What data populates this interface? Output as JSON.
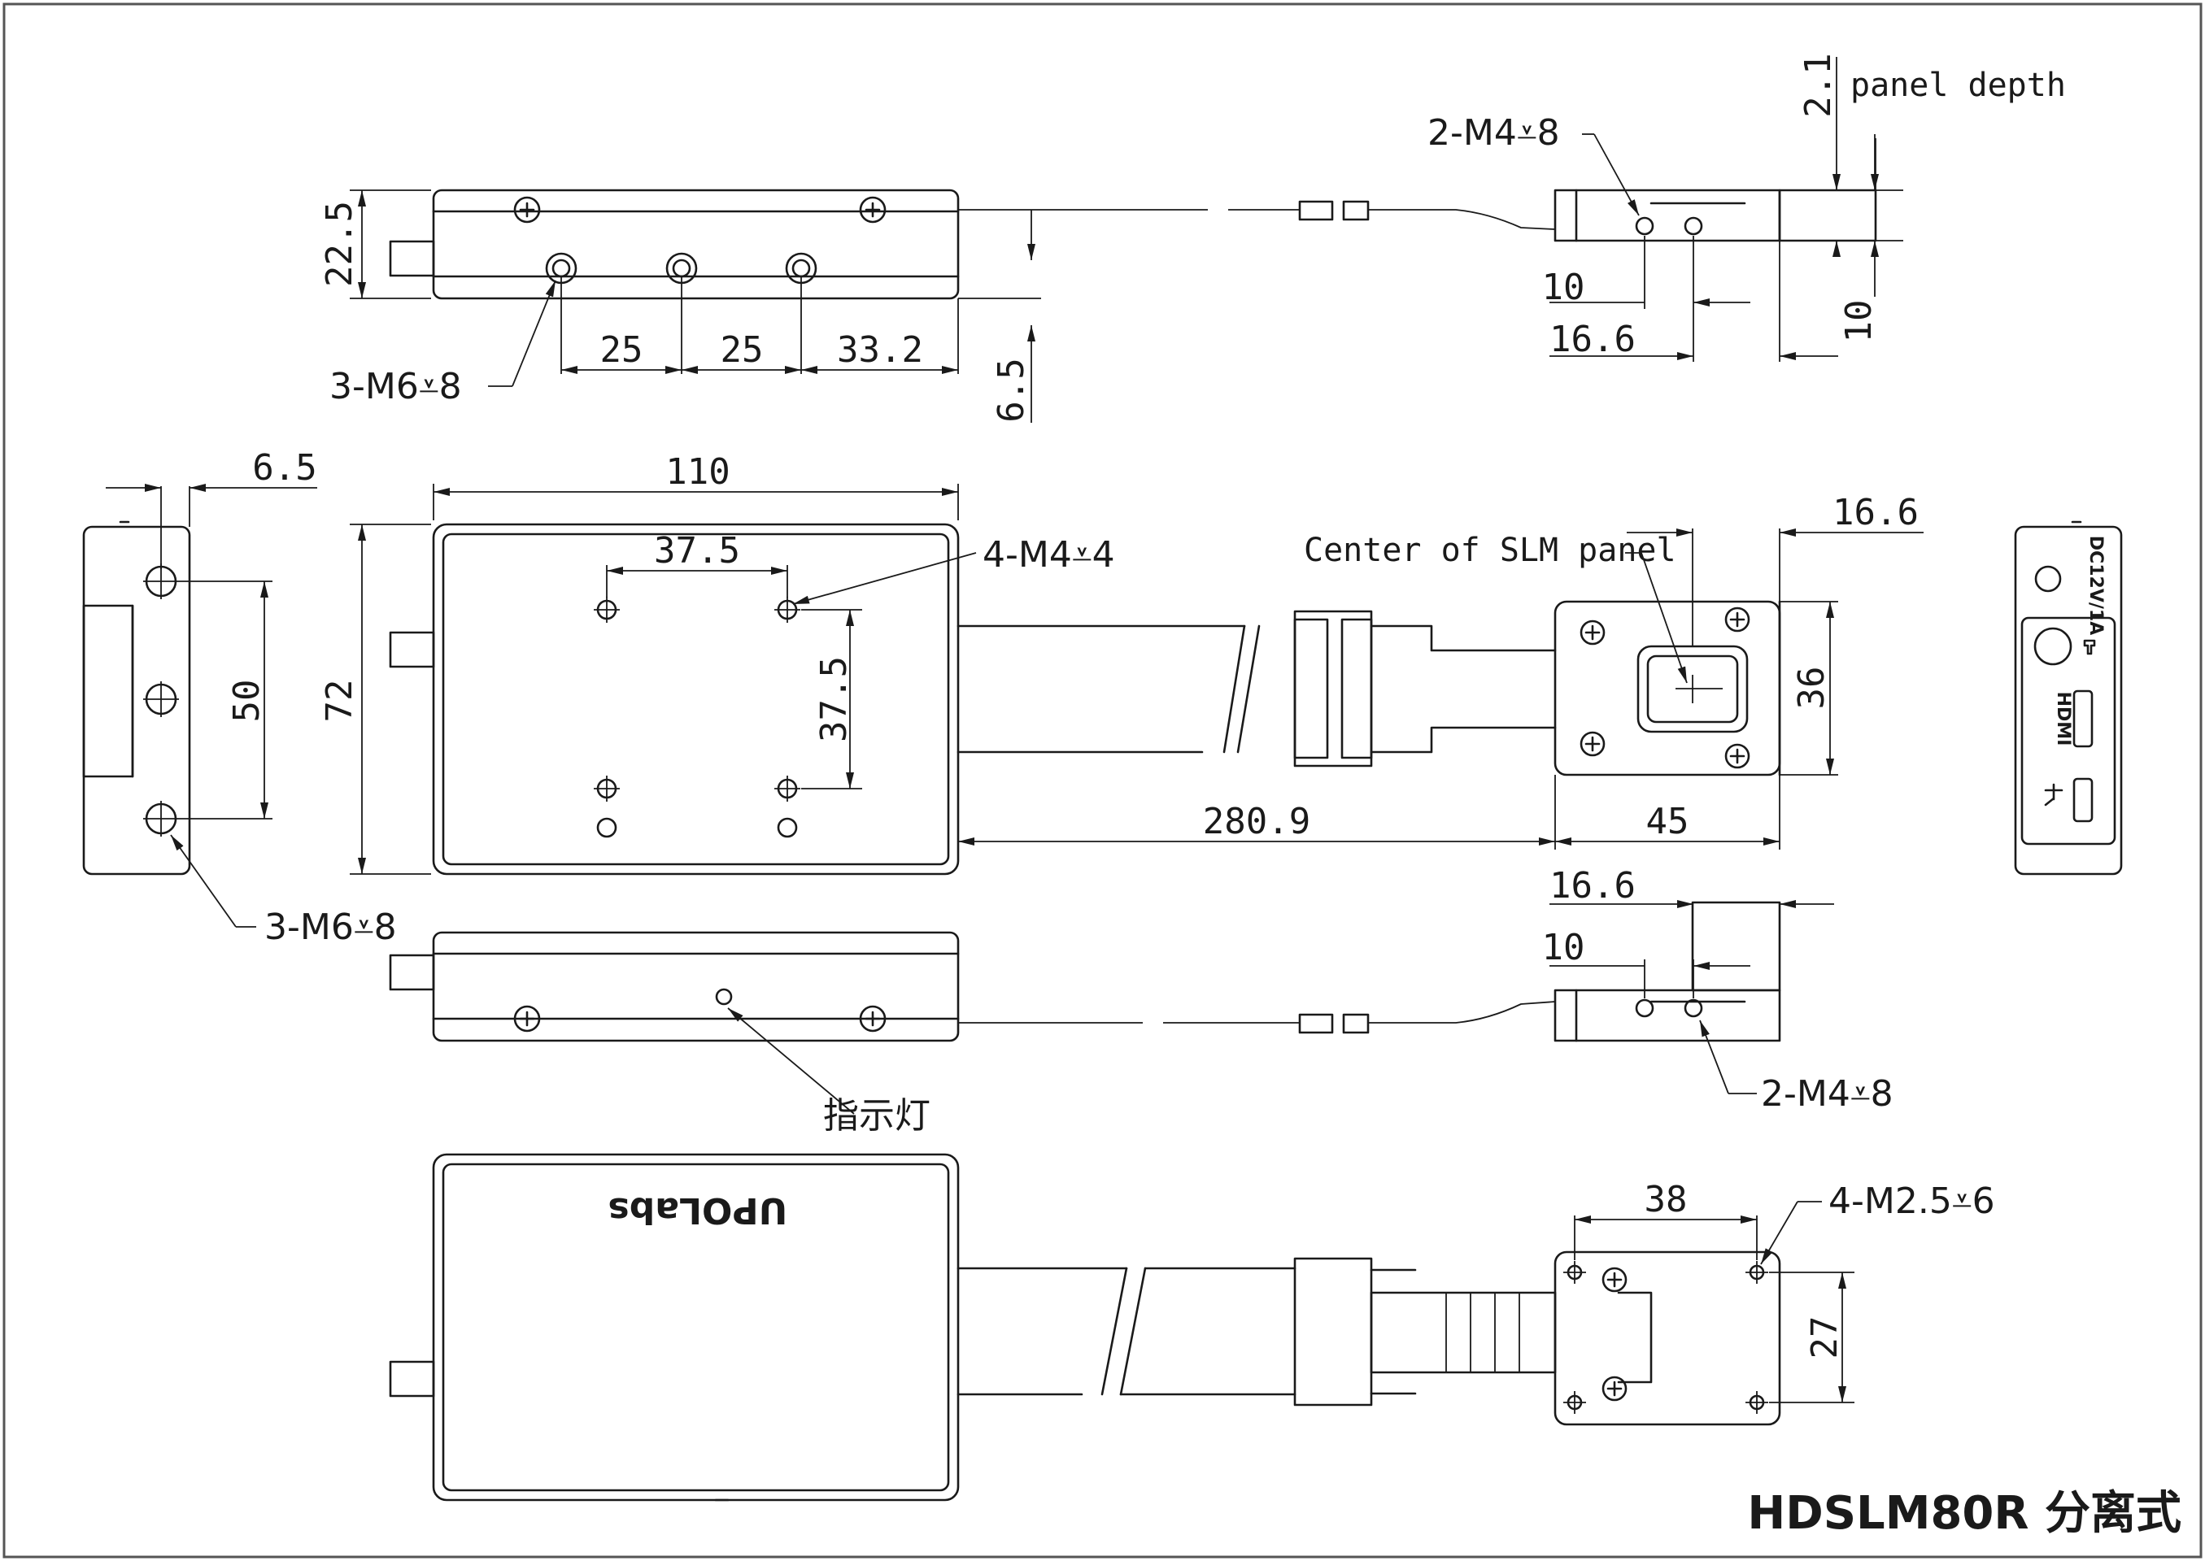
{
  "title": "HDSLM80R 分离式",
  "labels": {
    "panel_depth": "panel depth",
    "center_slm": "Center of SLM panel",
    "indicator": "指示灯",
    "brand": "UPOLabs",
    "port_power": "DC12V/1A",
    "port_hdmi": "HDMI"
  },
  "callouts": {
    "holes_m6_top": "3-M6⩡8",
    "holes_m6_left": "3-M6⩡8",
    "holes_m4_top_right": "2-M4⩡8",
    "holes_m4_plan": "4-M4⩡4",
    "holes_m4_side_right": "2-M4⩡8",
    "holes_m25": "4-M2.5⩡6"
  },
  "dimensions": {
    "d_22_5": "22.5",
    "d_25a": "25",
    "d_25b": "25",
    "d_33_2": "33.2",
    "d_6_5_vert": "6.5",
    "d_2_1": "2.1",
    "d_10_top": "10",
    "d_16_6_top": "16.6",
    "d_10_vert": "10",
    "d_6_5_left": "6.5",
    "d_50": "50",
    "d_110": "110",
    "d_72": "72",
    "d_37_5_h": "37.5",
    "d_37_5_v": "37.5",
    "d_16_6_mid": "16.6",
    "d_36": "36",
    "d_280_9": "280.9",
    "d_45": "45",
    "d_16_6_low": "16.6",
    "d_10_low": "10",
    "d_38": "38",
    "d_27": "27"
  }
}
